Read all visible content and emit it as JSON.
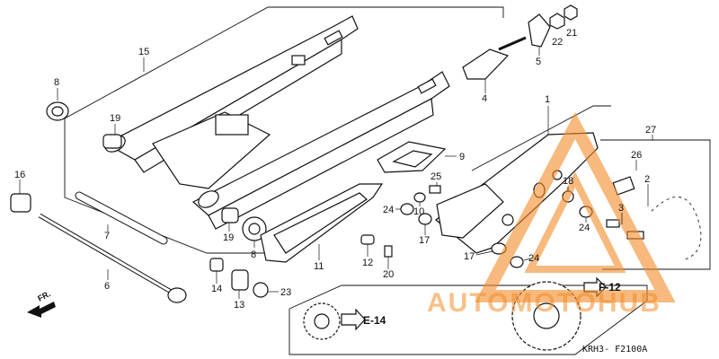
{
  "diagram": {
    "code": "KRH3- F2100A",
    "direction_label": "FR.",
    "references": {
      "ref_e14": "E-14",
      "ref_f12": "F-12"
    },
    "watermark": {
      "text": "AUTOMOTOHUB",
      "color": "#F28C28"
    },
    "callouts": [
      "1",
      "2",
      "3",
      "4",
      "5",
      "6",
      "7",
      "8",
      "8",
      "9",
      "10",
      "11",
      "12",
      "13",
      "14",
      "15",
      "16",
      "17",
      "17",
      "18",
      "19",
      "19",
      "20",
      "21",
      "22",
      "23",
      "24",
      "24",
      "24",
      "25",
      "26",
      "27"
    ]
  }
}
